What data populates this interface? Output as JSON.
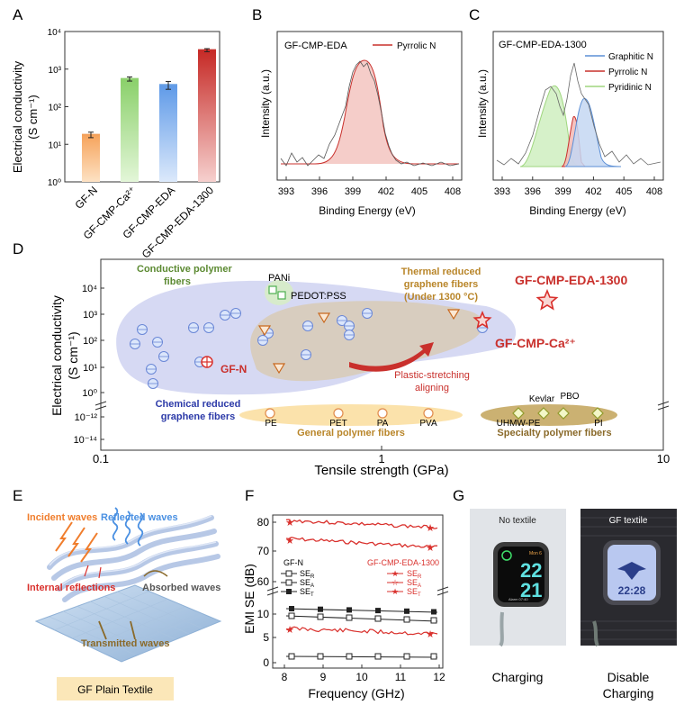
{
  "panels": {
    "a": "A",
    "b": "B",
    "c": "C",
    "d": "D",
    "e": "E",
    "f": "F",
    "g": "G"
  },
  "panel_a": {
    "ylabel_line1": "Electrical conductivity",
    "ylabel_line2": "(S cm⁻¹)",
    "yticks": [
      "10⁰",
      "10¹",
      "10²",
      "10³",
      "10⁴"
    ],
    "categories": [
      "GF-N",
      "GF-CMP-Ca²⁺",
      "GF-CMP-EDA",
      "GF-CMP-EDA-1300"
    ],
    "values": [
      18,
      550,
      380,
      3200
    ],
    "errors": [
      3,
      70,
      90,
      300
    ],
    "colors": [
      "#f2a15c",
      "#8fd16f",
      "#6aa1e6",
      "#c9302c"
    ]
  },
  "panel_b": {
    "title": "GF-CMP-EDA",
    "legend": "Pyrrolic N",
    "xlabel": "Binding Energy (eV)",
    "ylabel": "Intensity (a.u.)",
    "xticks": [
      "393",
      "396",
      "399",
      "402",
      "405",
      "408"
    ]
  },
  "panel_c": {
    "title": "GF-CMP-EDA-1300",
    "legend": [
      "Graphitic N",
      "Pyrrolic N",
      "Pyridinic N"
    ],
    "xlabel": "Binding Energy (eV)",
    "ylabel": "Intensity (a.u.)",
    "xticks": [
      "393",
      "396",
      "399",
      "402",
      "405",
      "408"
    ]
  },
  "panel_d": {
    "ylabel_line1": "Electrical conductivity",
    "ylabel_line2": "(S cm⁻¹)",
    "xlabel": "Tensile strength (GPa)",
    "xticks": [
      "0.1",
      "1",
      "10"
    ],
    "yticks_top": [
      "10⁰",
      "10¹",
      "10²",
      "10³",
      "10⁴"
    ],
    "yticks_bottom": [
      "10⁻¹²",
      "10⁻¹⁴"
    ],
    "region_labels": {
      "conductive_polymer": "Conductive polymer\nfibers",
      "thermal_reduced": "Thermal reduced\ngraphene fibers\n(Under 1300 °C)",
      "chemical_reduced": "Chemical reduced\ngraphene fibers",
      "general_polymer": "General polymer fibers",
      "specialty_polymer": "Specialty polymer fibers",
      "plastic_stretching": "Plastic-stretching\naligning"
    },
    "point_labels": {
      "pani": "PANi",
      "pedot": "PEDOT:PSS",
      "gfn": "GF-N",
      "eda1300": "GF-CMP-EDA-1300",
      "ca": "GF-CMP-Ca²⁺",
      "pe": "PE",
      "pet": "PET",
      "pa": "PA",
      "pva": "PVA",
      "uhmw": "UHMW-PE",
      "kevlar": "Kevlar",
      "pbo": "PBO",
      "pi": "PI"
    }
  },
  "panel_e": {
    "incident": "Incident waves",
    "reflected": "Reflected waves",
    "internal": "Internal reflections",
    "absorbed": "Absorbed waves",
    "transmitted": "Transmitted waves",
    "box": "GF Plain Textile"
  },
  "panel_f": {
    "ylabel": "EMI SE (dB)",
    "xlabel": "Frequency (GHz)",
    "xticks": [
      "8",
      "9",
      "10",
      "11",
      "12"
    ],
    "yticks_top": [
      "60",
      "70",
      "80"
    ],
    "yticks_bottom": [
      "0",
      "5",
      "10"
    ],
    "legend_gfn": "GF-N",
    "legend_eda": "GF-CMP-EDA-1300",
    "se_r": "SE",
    "sub_r": "R",
    "sub_a": "A",
    "sub_t": "T"
  },
  "panel_g": {
    "left_label": "No textile",
    "right_label": "GF textile",
    "left_caption": "Charging",
    "right_caption": "Disable\nCharging",
    "watch_time_h": "22",
    "watch_time_m": "21",
    "watch_day": "Mon 6",
    "watch_alarm": "Alarm 07:40",
    "watch2_time": "22:28"
  }
}
